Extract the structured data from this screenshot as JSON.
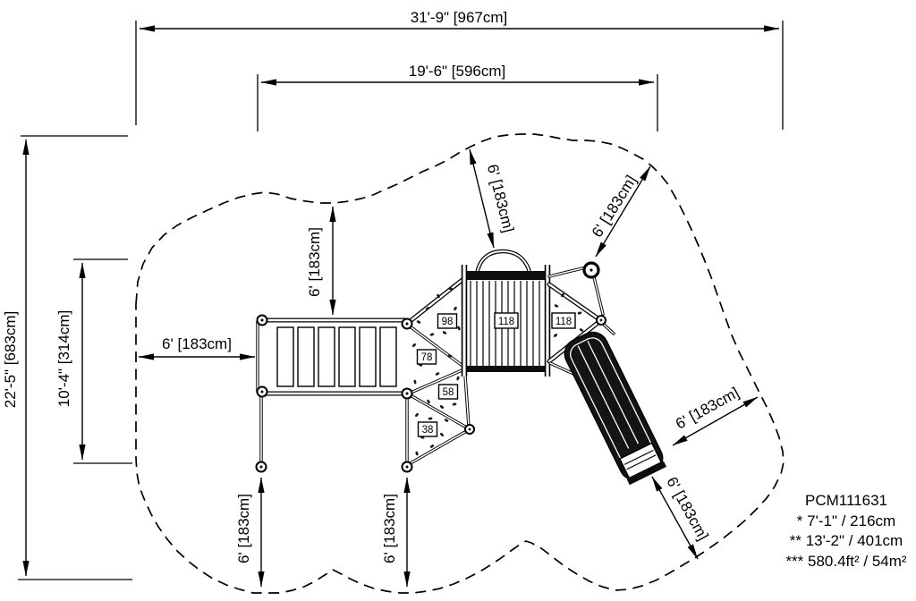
{
  "drawing": {
    "dim_labels": {
      "overall_width": "31'-9\" [967cm]",
      "structure_width": "19'-6\" [596cm]",
      "overall_depth": "22'-5\" [683cm]",
      "structure_depth": "10'-4\" [314cm]",
      "use_zone": "6' [183cm]"
    },
    "panel_labels": [
      "98",
      "78",
      "58",
      "38",
      "118",
      "118"
    ],
    "title_block": {
      "model": "PCM111631",
      "notes": [
        "* 7'-1\" / 216cm",
        "** 13'-2\" / 401cm",
        "*** 580.4ft² / 54m²"
      ]
    },
    "colors": {
      "line": "#000000",
      "background": "#ffffff",
      "slide_fill": "#141414"
    }
  }
}
